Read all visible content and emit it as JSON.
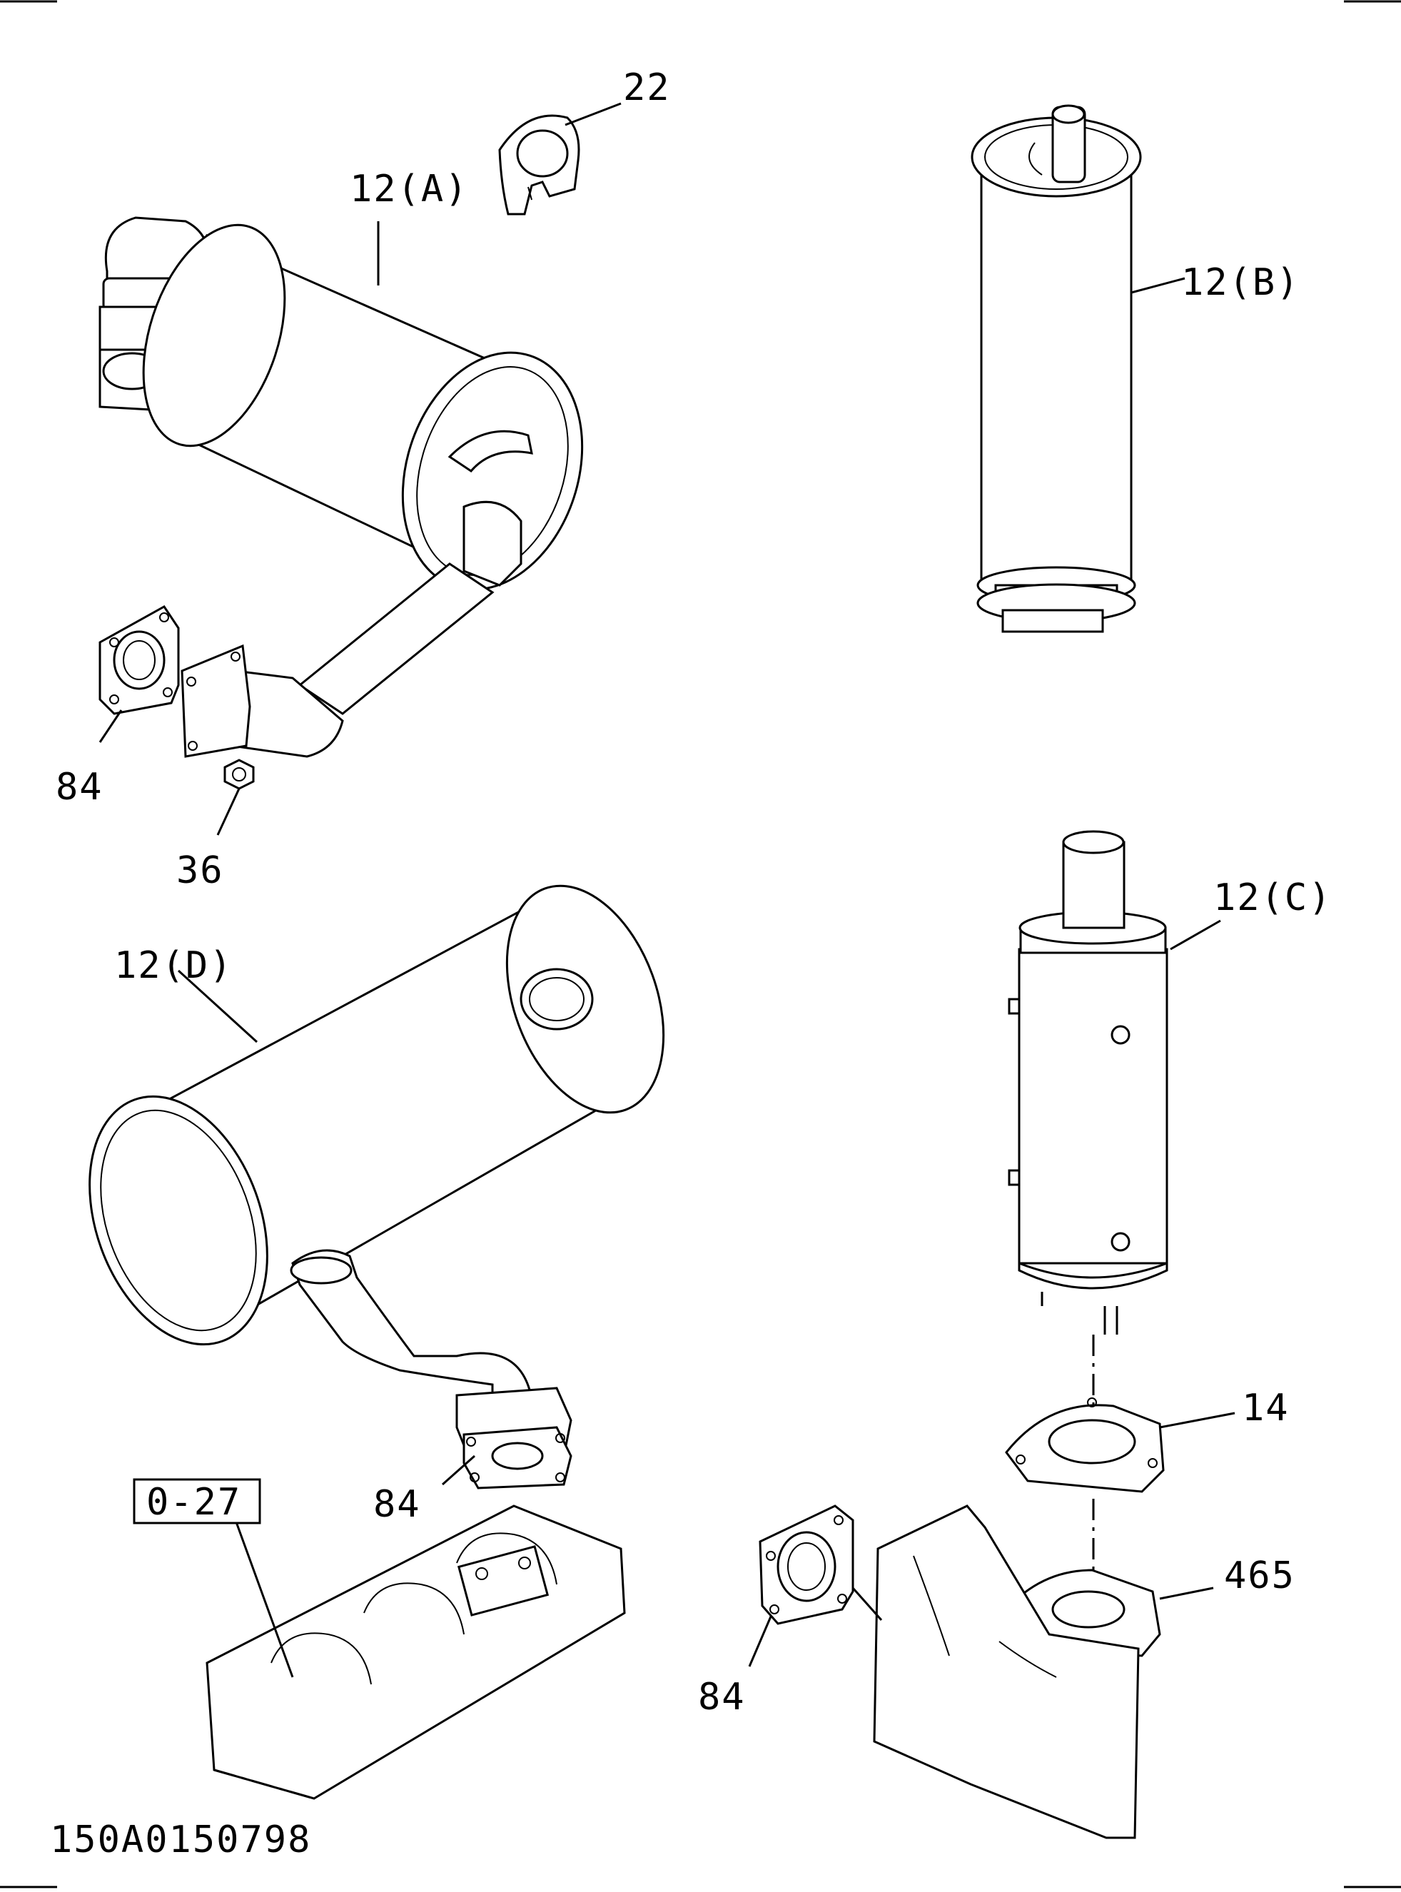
{
  "drawing_number": "150A0150798",
  "reference_box": "0-27",
  "callouts": {
    "p22": "22",
    "p12a": "12(A)",
    "p12b": "12(B)",
    "p12c": "12(C)",
    "p12d": "12(D)",
    "p84_top": "84",
    "p36": "36",
    "p84_mid": "84",
    "p14": "14",
    "p465": "465",
    "p84_bottom": "84"
  },
  "colors": {
    "line": "#000000",
    "background": "#ffffff"
  }
}
